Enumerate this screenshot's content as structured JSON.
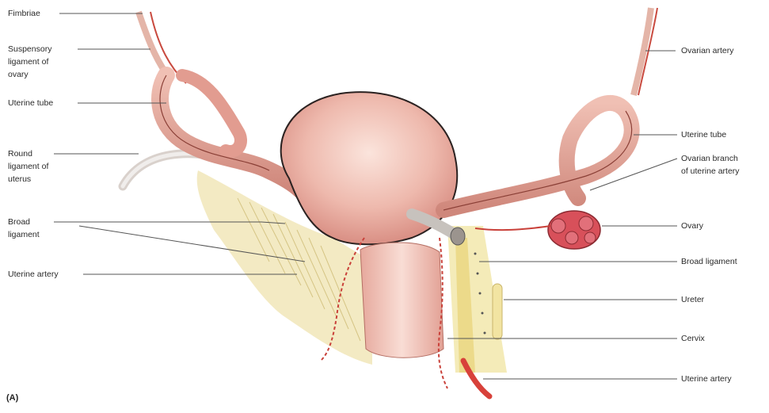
{
  "panel_label": "(A)",
  "labels_left": [
    {
      "id": "fimbriae",
      "text": "Fimbriae"
    },
    {
      "id": "suspensory-ligament",
      "text": "Suspensory\nligament of\novary"
    },
    {
      "id": "uterine-tube-left",
      "text": "Uterine tube"
    },
    {
      "id": "round-ligament",
      "text": "Round\nligament of\nuterus"
    },
    {
      "id": "broad-ligament-left",
      "text": "Broad\nligament"
    },
    {
      "id": "uterine-artery-left",
      "text": "Uterine artery"
    }
  ],
  "labels_right": [
    {
      "id": "ovarian-artery",
      "text": "Ovarian artery"
    },
    {
      "id": "uterine-tube-right",
      "text": "Uterine tube"
    },
    {
      "id": "ovarian-branch",
      "text": "Ovarian branch\nof uterine artery"
    },
    {
      "id": "ovary",
      "text": "Ovary"
    },
    {
      "id": "broad-ligament-right",
      "text": "Broad ligament"
    },
    {
      "id": "ureter",
      "text": "Ureter"
    },
    {
      "id": "cervix",
      "text": "Cervix"
    },
    {
      "id": "uterine-artery-right",
      "text": "Uterine artery"
    }
  ],
  "colors": {
    "uterus": "#eab2a6",
    "uterus_outline": "#2b2221",
    "tube": "#e2a196",
    "ligament": "#e9dd9a",
    "vessel": "#c9413a",
    "ovary": "#d8505a",
    "leader_line": "#555555"
  }
}
